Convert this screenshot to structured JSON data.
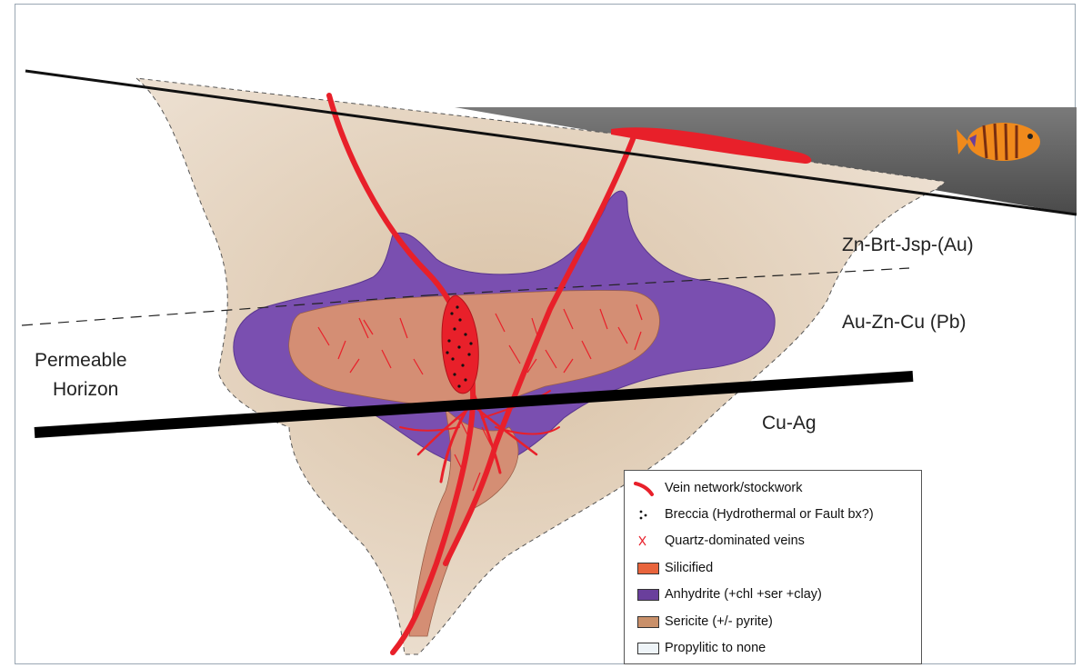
{
  "zone_labels": {
    "upper": "Zn-Brt-Jsp-(Au)",
    "middle": "Au-Zn-Cu (Pb)",
    "lower": "Cu-Ag",
    "permeable_line1": "Permeable",
    "permeable_line2": "Horizon"
  },
  "legend": {
    "items": [
      {
        "label": "Vein network/stockwork",
        "symbol": "red-vein",
        "color": "#e8202a"
      },
      {
        "label": "Breccia (Hydrothermal or Fault bx?)",
        "symbol": "dots",
        "color": "#111111"
      },
      {
        "label": "Quartz-dominated veins",
        "symbol": "x",
        "color": "#e8202a"
      },
      {
        "label": "Silicified",
        "symbol": "swatch",
        "color": "#e8643c"
      },
      {
        "label": "Anhydrite (+chl +ser +clay)",
        "symbol": "swatch",
        "color": "#6a3f9c"
      },
      {
        "label": "Sericite (+/- pyrite)",
        "symbol": "swatch",
        "color": "#c9906a"
      },
      {
        "label": "Propylitic to none",
        "symbol": "swatch",
        "color": "#eef4f8"
      }
    ]
  },
  "colors": {
    "propylitic_halo": "#e3d3c1",
    "anhydrite": "#7a4fb0",
    "sericite": "#d48e74",
    "vein": "#e8202a",
    "seawater": "#5e5e5e"
  }
}
